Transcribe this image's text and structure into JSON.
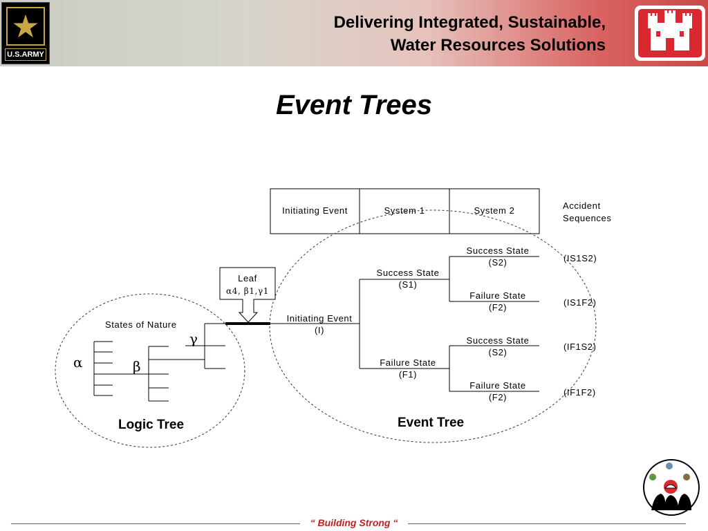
{
  "header": {
    "title_line1": "Delivering Integrated, Sustainable,",
    "title_line2": "Water Resources Solutions",
    "army_logo_text": "U.S.ARMY"
  },
  "slide": {
    "title": "Event Trees"
  },
  "event_tree": {
    "headers": [
      "Initiating Event",
      "System 1",
      "System 2"
    ],
    "accident_sequences_label": [
      "Accident",
      "Sequences"
    ],
    "initiating_event": [
      "Initiating Event",
      "(I)"
    ],
    "system1_success": [
      "Success State",
      "(S1)"
    ],
    "system1_failure": [
      "Failure State",
      "(F1)"
    ],
    "system2_branches": [
      [
        "Success State",
        "(S2)"
      ],
      [
        "Failure State",
        "(F2)"
      ],
      [
        "Success State",
        "(S2)"
      ],
      [
        "Failure State",
        "(F2)"
      ]
    ],
    "sequences": [
      "(IS1S2)",
      "(IS1F2)",
      "(IF1S2)",
      "(IF1F2)"
    ],
    "label": "Event Tree"
  },
  "logic_tree": {
    "states_of_nature": "States of Nature",
    "alpha": "α",
    "beta": "β",
    "gamma": "γ",
    "label": "Logic Tree"
  },
  "leaf": {
    "title": "Leaf",
    "values": "α4, β1,γ1"
  },
  "footer": {
    "text": "“ Building  Strong “"
  },
  "colors": {
    "footer_accent": "#c02020",
    "castle_red": "#d9282f",
    "army_gold": "#c9a645"
  },
  "icons": [
    "army-star-icon",
    "castle-icon",
    "team-circle-icon"
  ]
}
